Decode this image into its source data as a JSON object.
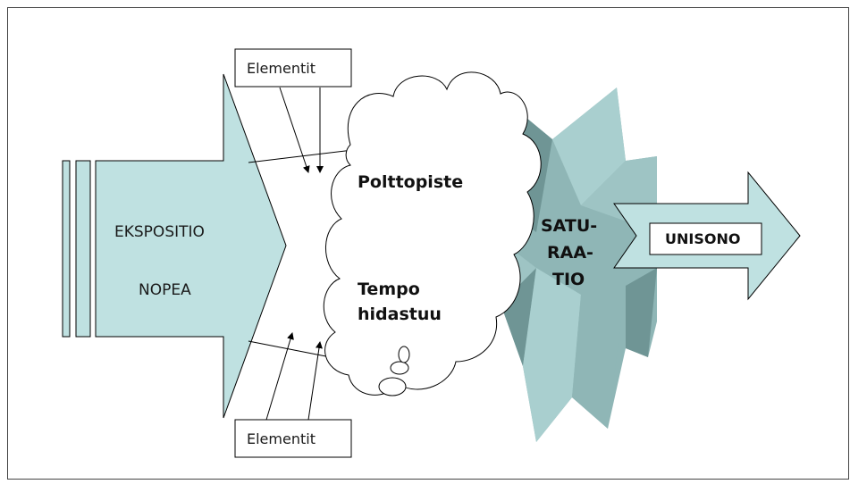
{
  "diagram": {
    "exposition_label": "EKSPOSITIO",
    "tempo_fast_label": "NOPEA",
    "elements_top_label": "Elementit",
    "elements_bottom_label": "Elementit",
    "focal_point_label": "Polttopiste",
    "tempo_slow_line1": "Tempo",
    "tempo_slow_line2": "hidastuu",
    "saturation_line1": "SATU-",
    "saturation_line2": "RAA-",
    "saturation_line3": "TIO",
    "unison_label": "UNISONO"
  },
  "colors": {
    "arrow_fill": "#bfe1e1",
    "star_light": "#a9cfcf",
    "star_mid": "#8fb6b6",
    "star_dark": "#6f9595",
    "outline": "#000000"
  }
}
